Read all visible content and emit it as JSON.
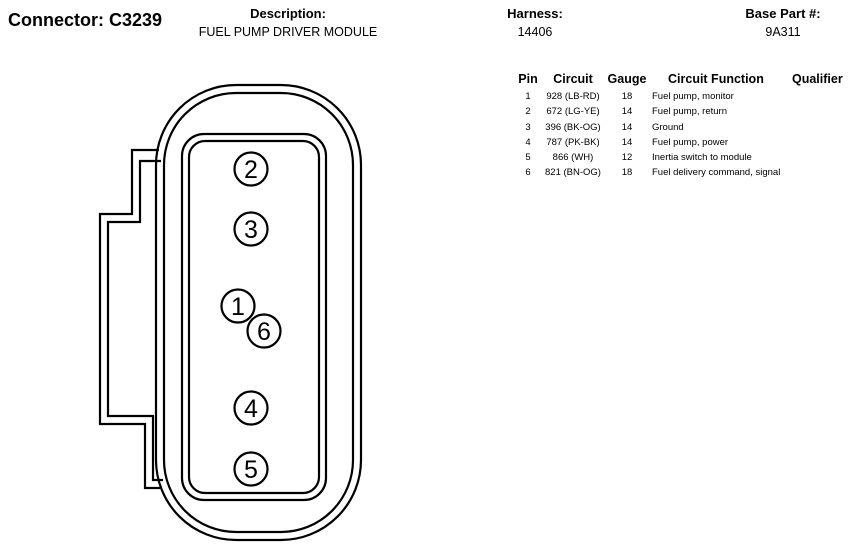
{
  "header": {
    "title": "Connector: C3239",
    "description_label": "Description:",
    "description_value": "FUEL PUMP DRIVER MODULE",
    "harness_label": "Harness:",
    "harness_value": "14406",
    "base_part_label": "Base Part #:",
    "base_part_value": "9A311"
  },
  "table": {
    "columns": [
      "Pin",
      "Circuit",
      "Gauge",
      "Circuit Function",
      "Qualifier"
    ],
    "rows": [
      {
        "pin": "1",
        "circuit": "928 (LB-RD)",
        "gauge": "18",
        "function": "Fuel pump, monitor"
      },
      {
        "pin": "2",
        "circuit": "672 (LG-YE)",
        "gauge": "14",
        "function": "Fuel pump, return"
      },
      {
        "pin": "3",
        "circuit": "396 (BK-OG)",
        "gauge": "14",
        "function": "Ground"
      },
      {
        "pin": "4",
        "circuit": "787 (PK-BK)",
        "gauge": "14",
        "function": "Fuel pump, power"
      },
      {
        "pin": "5",
        "circuit": "866 (WH)",
        "gauge": "12",
        "function": "Inertia switch to module"
      },
      {
        "pin": "6",
        "circuit": "821 (BN-OG)",
        "gauge": "18",
        "function": "Fuel delivery command, signal"
      }
    ]
  },
  "connector": {
    "pins": [
      "2",
      "3",
      "1",
      "6",
      "4",
      "5"
    ]
  }
}
